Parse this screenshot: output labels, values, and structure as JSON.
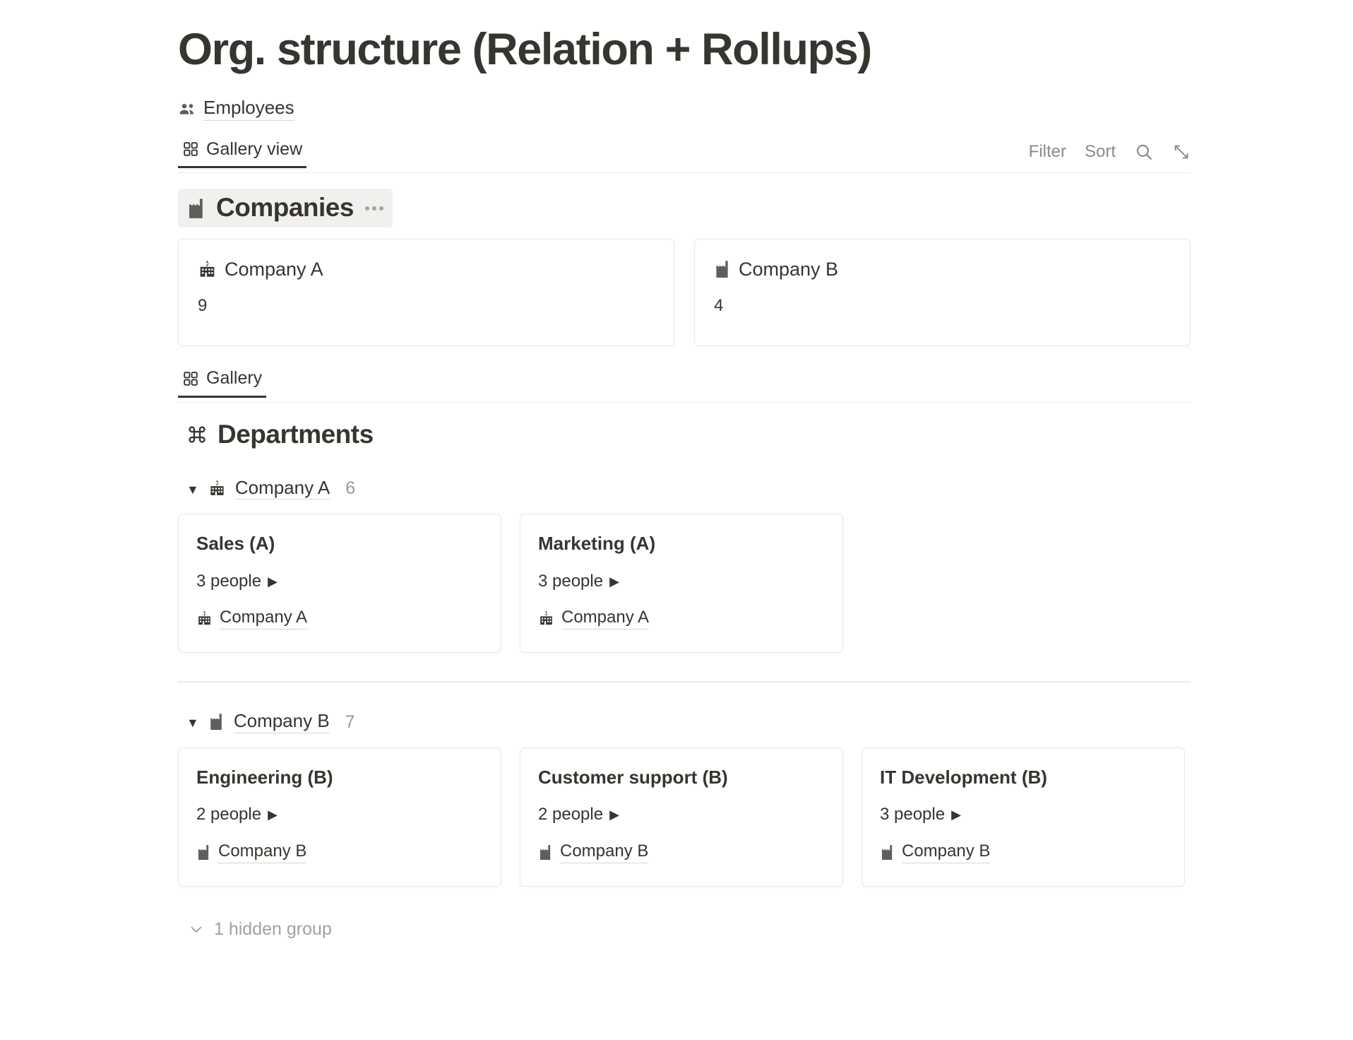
{
  "page": {
    "title": "Org. structure (Relation + Rollups)",
    "breadcrumb": {
      "label": "Employees",
      "icon": "people-icon"
    }
  },
  "viewbar": {
    "tabs": [
      {
        "label": "Gallery view",
        "icon": "gallery-icon",
        "active": true
      }
    ],
    "actions": {
      "filter": "Filter",
      "sort": "Sort"
    },
    "icons": {
      "search": "search-icon",
      "expand": "expand-icon"
    }
  },
  "companies_section": {
    "title": "Companies",
    "icon": "factory-icon",
    "menu": "...",
    "cards": [
      {
        "name": "Company A",
        "icon": "school-building-icon",
        "count": "9"
      },
      {
        "name": "Company B",
        "icon": "factory-icon",
        "count": "4"
      }
    ]
  },
  "gallery_tab": {
    "label": "Gallery",
    "icon": "gallery-icon",
    "active": true
  },
  "departments_section": {
    "title": "Departments",
    "icon": "command-icon",
    "groups": [
      {
        "caret": "▼",
        "label": "Company A",
        "icon": "school-building-icon",
        "count": "6",
        "cards": [
          {
            "name": "Sales (A)",
            "people": "3 people",
            "play": "▶",
            "relation": "Company A",
            "relation_icon": "school-building-icon"
          },
          {
            "name": "Marketing (A)",
            "people": "3 people",
            "play": "▶",
            "relation": "Company A",
            "relation_icon": "school-building-icon"
          }
        ]
      },
      {
        "caret": "▼",
        "label": "Company B",
        "icon": "factory-icon",
        "count": "7",
        "cards": [
          {
            "name": "Engineering (B)",
            "people": "2 people",
            "play": "▶",
            "relation": "Company B",
            "relation_icon": "factory-icon"
          },
          {
            "name": "Customer support (B)",
            "people": "2 people",
            "play": "▶",
            "relation": "Company B",
            "relation_icon": "factory-icon"
          },
          {
            "name": "IT Development (B)",
            "people": "3 people",
            "play": "▶",
            "relation": "Company B",
            "relation_icon": "factory-icon"
          }
        ]
      }
    ],
    "hidden_group": {
      "label": "1 hidden group",
      "icon": "chevron-down-icon"
    }
  },
  "colors": {
    "text": "#37352f",
    "muted": "#9b9a96",
    "border": "#e9e7e3",
    "hover_bg": "#f1f0ee"
  }
}
